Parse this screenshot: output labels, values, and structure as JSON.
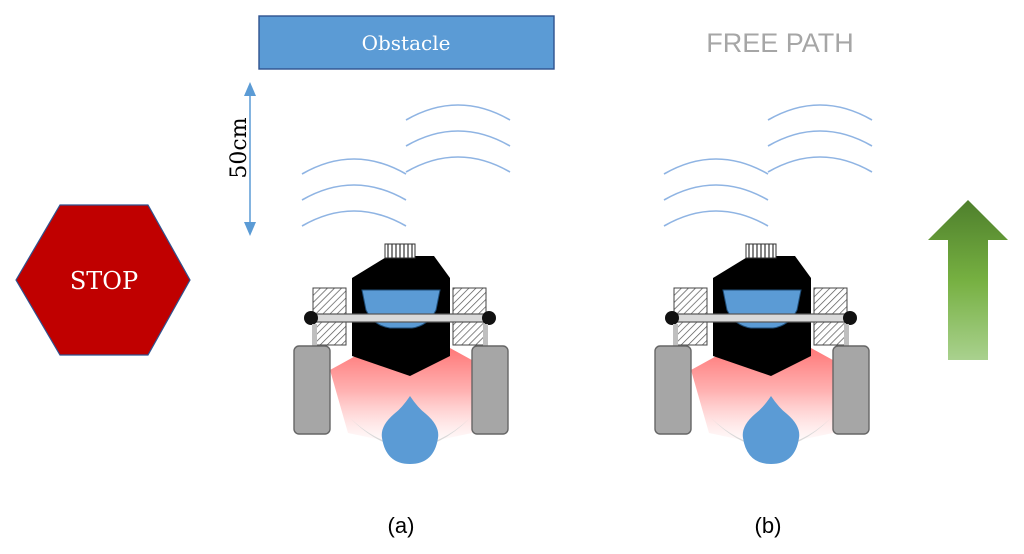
{
  "labels": {
    "stop": "STOP",
    "obstacle": "Obstacle",
    "distance": "50cm",
    "free_path": "FREE PATH",
    "caption_a": "(a)",
    "caption_b": "(b)"
  },
  "colors": {
    "stop_fill": "#c00000",
    "obstacle_fill": "#5b9bd5",
    "distance_arrow": "#5b9bd5",
    "sonar_wave": "#8fb4e3",
    "free_path_text": "#a6a6a6",
    "robot_body": "#000000",
    "robot_accent": "#5b9bd5",
    "wheel": "#a6a6a6",
    "go_arrow_top": "#4e7f2c",
    "go_arrow_bottom": "#a9d18e"
  },
  "icons": {
    "stop": "stop-sign-icon",
    "go": "up-arrow-icon",
    "robot": "robot-icon"
  }
}
